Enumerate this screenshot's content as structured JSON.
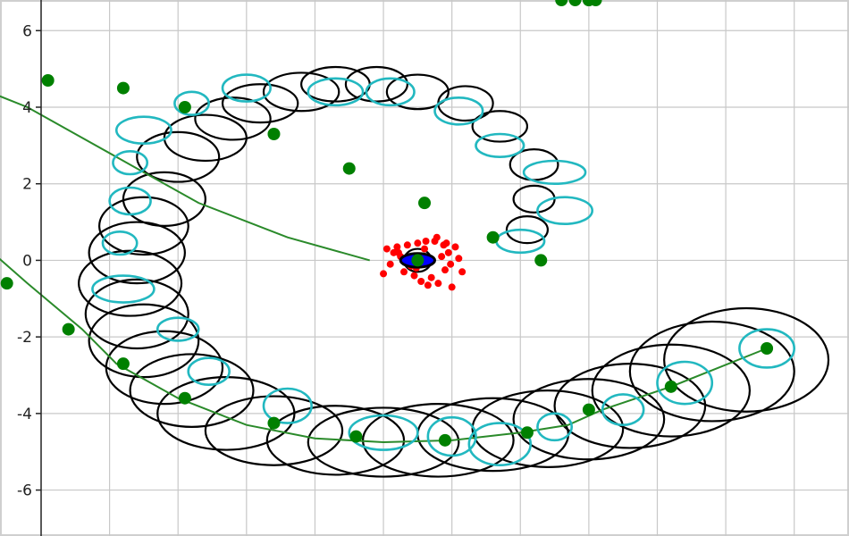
{
  "chart_data": {
    "type": "scatter",
    "title": "",
    "xlabel": "",
    "ylabel": "",
    "xlim": [
      -4,
      7.8
    ],
    "ylim": [
      -7.2,
      6.8
    ],
    "grid": true,
    "y_ticks": [
      {
        "value": 6,
        "label": "6"
      },
      {
        "value": 4,
        "label": "4"
      },
      {
        "value": 2,
        "label": "2"
      },
      {
        "value": 0,
        "label": "0"
      },
      {
        "value": -2,
        "label": "-2"
      },
      {
        "value": -4,
        "label": "-4"
      },
      {
        "value": -6,
        "label": "-6"
      }
    ],
    "x_grid": [
      -3,
      -2,
      -1,
      0,
      1,
      2,
      3,
      4,
      5,
      6,
      7
    ],
    "colors": {
      "track": "#2a8a2a",
      "estimate": "#008000",
      "covariance_large": "#000000",
      "covariance_small": "#22b8c0",
      "particles": "#ff0000",
      "start": "#0000ff",
      "grid": "#c8c8c8"
    },
    "track": {
      "x": [
        6.6,
        5.2,
        4.2,
        3.7,
        3.0,
        2.0,
        1.0,
        0,
        -1.0,
        -2.0,
        -2.9,
        -3.4,
        -4.2,
        -4.9,
        -5.3,
        -5.5,
        -5.5,
        -5.6,
        -5.6,
        -5.5,
        -4.9,
        -4.2,
        -3.5,
        -2.6,
        -1.7,
        -0.4,
        0.8,
        1.7,
        2.8,
        3.5,
        4.1,
        4.7,
        5.0,
        5.1,
        5.1
      ],
      "y": [
        -2.3,
        -3.3,
        -3.9,
        -4.3,
        -4.5,
        -4.7,
        -4.75,
        -4.65,
        -4.3,
        -3.6,
        -2.7,
        -1.8,
        -0.6,
        0.5,
        1.6,
        2.6,
        3.6,
        4.2,
        4.5,
        4.7,
        4.5,
        4.0,
        3.3,
        2.4,
        1.5,
        0.6,
        0
      ]
    },
    "estimates": {
      "x": [
        6.6,
        5.2,
        4.0,
        3.1,
        1.9,
        0.6,
        -0.6,
        -1.9,
        -2.8,
        -3.6,
        -4.5,
        -5.35,
        -5.4,
        -5.3,
        -5.4,
        -5.2,
        -4.7,
        -3.9,
        -2.8,
        -1.9,
        -0.6,
        0.5,
        1.6,
        2.6,
        3.3,
        3.8,
        4.0,
        4.1,
        4.0,
        3.6
      ],
      "y": [
        -2.3,
        -3.3,
        -3.9,
        -4.5,
        -4.7,
        -4.6,
        -4.25,
        -3.6,
        -2.7,
        -1.8,
        -0.6,
        0.5,
        1.6,
        2.6,
        3.6,
        4.2,
        4.5,
        4.7,
        4.5,
        4.0,
        3.3,
        2.4,
        1.5,
        0.6,
        0
      ]
    },
    "covariance_large": [
      {
        "x": 6.3,
        "y": -2.6,
        "rx": 1.2,
        "ry": 1.35
      },
      {
        "x": 5.8,
        "y": -2.9,
        "rx": 1.2,
        "ry": 1.3
      },
      {
        "x": 5.2,
        "y": -3.4,
        "rx": 1.15,
        "ry": 1.2
      },
      {
        "x": 4.6,
        "y": -3.8,
        "rx": 1.1,
        "ry": 1.1
      },
      {
        "x": 4.0,
        "y": -4.15,
        "rx": 1.1,
        "ry": 1.05
      },
      {
        "x": 3.4,
        "y": -4.4,
        "rx": 1.1,
        "ry": 1.0
      },
      {
        "x": 2.6,
        "y": -4.55,
        "rx": 1.1,
        "ry": 0.95
      },
      {
        "x": 1.8,
        "y": -4.7,
        "rx": 1.1,
        "ry": 0.95
      },
      {
        "x": 1.0,
        "y": -4.75,
        "rx": 1.1,
        "ry": 0.9
      },
      {
        "x": 0.3,
        "y": -4.7,
        "rx": 1.0,
        "ry": 0.9
      },
      {
        "x": -0.6,
        "y": -4.45,
        "rx": 1.0,
        "ry": 0.9
      },
      {
        "x": -1.3,
        "y": -4.0,
        "rx": 1.0,
        "ry": 0.95
      },
      {
        "x": -1.8,
        "y": -3.4,
        "rx": 0.9,
        "ry": 0.95
      },
      {
        "x": -2.2,
        "y": -2.8,
        "rx": 0.85,
        "ry": 0.95
      },
      {
        "x": -2.5,
        "y": -2.1,
        "rx": 0.8,
        "ry": 0.95
      },
      {
        "x": -2.6,
        "y": -1.4,
        "rx": 0.75,
        "ry": 0.9
      },
      {
        "x": -2.7,
        "y": -0.6,
        "rx": 0.75,
        "ry": 0.85
      },
      {
        "x": -2.6,
        "y": 0.2,
        "rx": 0.7,
        "ry": 0.8
      },
      {
        "x": -2.5,
        "y": 0.9,
        "rx": 0.65,
        "ry": 0.75
      },
      {
        "x": -2.2,
        "y": 1.6,
        "rx": 0.6,
        "ry": 0.7
      },
      {
        "x": -2.0,
        "y": 2.7,
        "rx": 0.6,
        "ry": 0.65
      },
      {
        "x": -1.6,
        "y": 3.2,
        "rx": 0.6,
        "ry": 0.6
      },
      {
        "x": -1.2,
        "y": 3.7,
        "rx": 0.55,
        "ry": 0.55
      },
      {
        "x": -0.8,
        "y": 4.1,
        "rx": 0.55,
        "ry": 0.5
      },
      {
        "x": -0.2,
        "y": 4.4,
        "rx": 0.55,
        "ry": 0.5
      },
      {
        "x": 0.3,
        "y": 4.6,
        "rx": 0.5,
        "ry": 0.45
      },
      {
        "x": 0.9,
        "y": 4.6,
        "rx": 0.45,
        "ry": 0.45
      },
      {
        "x": 1.5,
        "y": 4.4,
        "rx": 0.45,
        "ry": 0.45
      },
      {
        "x": 2.2,
        "y": 4.1,
        "rx": 0.4,
        "ry": 0.45
      },
      {
        "x": 2.7,
        "y": 3.5,
        "rx": 0.4,
        "ry": 0.4
      },
      {
        "x": 3.2,
        "y": 2.5,
        "rx": 0.35,
        "ry": 0.4
      },
      {
        "x": 3.2,
        "y": 1.6,
        "rx": 0.3,
        "ry": 0.35
      },
      {
        "x": 3.1,
        "y": 0.8,
        "rx": 0.3,
        "ry": 0.35
      },
      {
        "x": 1.5,
        "y": 0.0,
        "rx": 0.2,
        "ry": 0.3
      }
    ],
    "covariance_small": [
      {
        "x": 6.6,
        "y": -2.3,
        "rx": 0.4,
        "ry": 0.5
      },
      {
        "x": 5.4,
        "y": -3.2,
        "rx": 0.4,
        "ry": 0.55
      },
      {
        "x": 4.5,
        "y": -3.9,
        "rx": 0.3,
        "ry": 0.4
      },
      {
        "x": 3.5,
        "y": -4.35,
        "rx": 0.25,
        "ry": 0.35
      },
      {
        "x": 2.7,
        "y": -4.8,
        "rx": 0.45,
        "ry": 0.55
      },
      {
        "x": 2.0,
        "y": -4.6,
        "rx": 0.35,
        "ry": 0.5
      },
      {
        "x": 1.0,
        "y": -4.5,
        "rx": 0.5,
        "ry": 0.45
      },
      {
        "x": -0.4,
        "y": -3.8,
        "rx": 0.35,
        "ry": 0.45
      },
      {
        "x": -1.55,
        "y": -2.9,
        "rx": 0.3,
        "ry": 0.35
      },
      {
        "x": -2.0,
        "y": -1.8,
        "rx": 0.3,
        "ry": 0.3
      },
      {
        "x": -2.8,
        "y": -0.75,
        "rx": 0.45,
        "ry": 0.35
      },
      {
        "x": -2.85,
        "y": 0.45,
        "rx": 0.25,
        "ry": 0.3
      },
      {
        "x": -2.7,
        "y": 1.55,
        "rx": 0.3,
        "ry": 0.35
      },
      {
        "x": -2.7,
        "y": 2.55,
        "rx": 0.25,
        "ry": 0.3
      },
      {
        "x": -2.5,
        "y": 3.4,
        "rx": 0.4,
        "ry": 0.35
      },
      {
        "x": -1.8,
        "y": 4.1,
        "rx": 0.25,
        "ry": 0.3
      },
      {
        "x": -1.0,
        "y": 4.5,
        "rx": 0.35,
        "ry": 0.35
      },
      {
        "x": 0.3,
        "y": 4.4,
        "rx": 0.4,
        "ry": 0.35
      },
      {
        "x": 1.1,
        "y": 4.4,
        "rx": 0.35,
        "ry": 0.35
      },
      {
        "x": 2.1,
        "y": 3.9,
        "rx": 0.35,
        "ry": 0.35
      },
      {
        "x": 2.7,
        "y": 3.0,
        "rx": 0.35,
        "ry": 0.3
      },
      {
        "x": 3.5,
        "y": 2.3,
        "rx": 0.45,
        "ry": 0.3
      },
      {
        "x": 3.65,
        "y": 1.3,
        "rx": 0.4,
        "ry": 0.35
      },
      {
        "x": 3.0,
        "y": 0.5,
        "rx": 0.35,
        "ry": 0.3
      }
    ],
    "particles": {
      "x": [
        1.1,
        1.15,
        1.2,
        1.3,
        1.35,
        1.45,
        1.5,
        1.55,
        1.6,
        1.7,
        1.75,
        1.8,
        1.85,
        1.9,
        1.95,
        2.0,
        2.05,
        2.1,
        1.0,
        1.05,
        1.25,
        1.4,
        1.65,
        1.78,
        1.88,
        1.98,
        2.15,
        1.22,
        1.48,
        1.62,
        1.32,
        1.92
      ],
      "y": [
        -0.1,
        0.2,
        0.35,
        -0.3,
        0.4,
        -0.4,
        0.45,
        -0.55,
        0.3,
        -0.45,
        0.5,
        -0.6,
        0.1,
        -0.25,
        0.2,
        -0.7,
        0.35,
        0.05,
        -0.35,
        0.3,
        0.1,
        -0.15,
        -0.65,
        0.6,
        0.4,
        -0.1,
        -0.3,
        0.2,
        -0.2,
        0.5,
        0.0,
        0.45
      ]
    },
    "start": {
      "x": 1.5,
      "y": 0.0,
      "rx": 0.25,
      "ry": 0.18
    }
  }
}
